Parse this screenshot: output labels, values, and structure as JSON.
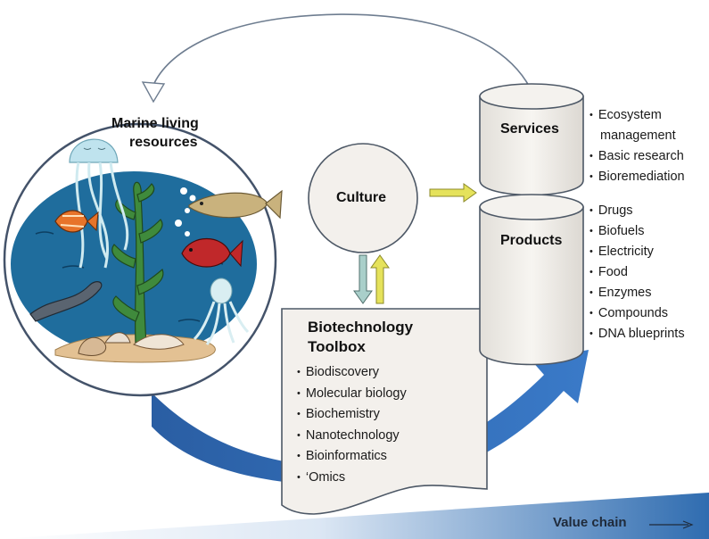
{
  "marine": {
    "title_line1": "Marine living",
    "title_line2": "resources"
  },
  "culture": {
    "label": "Culture"
  },
  "services": {
    "label": "Services",
    "items": [
      "Ecosystem",
      "management",
      "Basic research",
      "Bioremediation"
    ]
  },
  "products": {
    "label": "Products",
    "items": [
      "Drugs",
      "Biofuels",
      "Electricity",
      "Food",
      "Enzymes",
      "Compounds",
      "DNA blueprints"
    ]
  },
  "toolbox": {
    "title_line1": "Biotechnology",
    "title_line2": "Toolbox",
    "items": [
      "Biodiscovery",
      "Molecular biology",
      "Biochemistry",
      "Nanotechnology",
      "Bioinformatics",
      "‘Omics"
    ]
  },
  "value_chain": {
    "label": "Value chain",
    "arrow": "——→"
  },
  "colors": {
    "ring_fill": "#ffffff",
    "ocean": "#1e6f9e",
    "sand": "#e8c79a",
    "big_arrow": "#2e6cb4",
    "arrow_yellow": "#e9e55a",
    "arrow_teal": "#9fc9c5",
    "cylinder_fill": "#f3f1ed",
    "stroke": "#4d5866"
  }
}
